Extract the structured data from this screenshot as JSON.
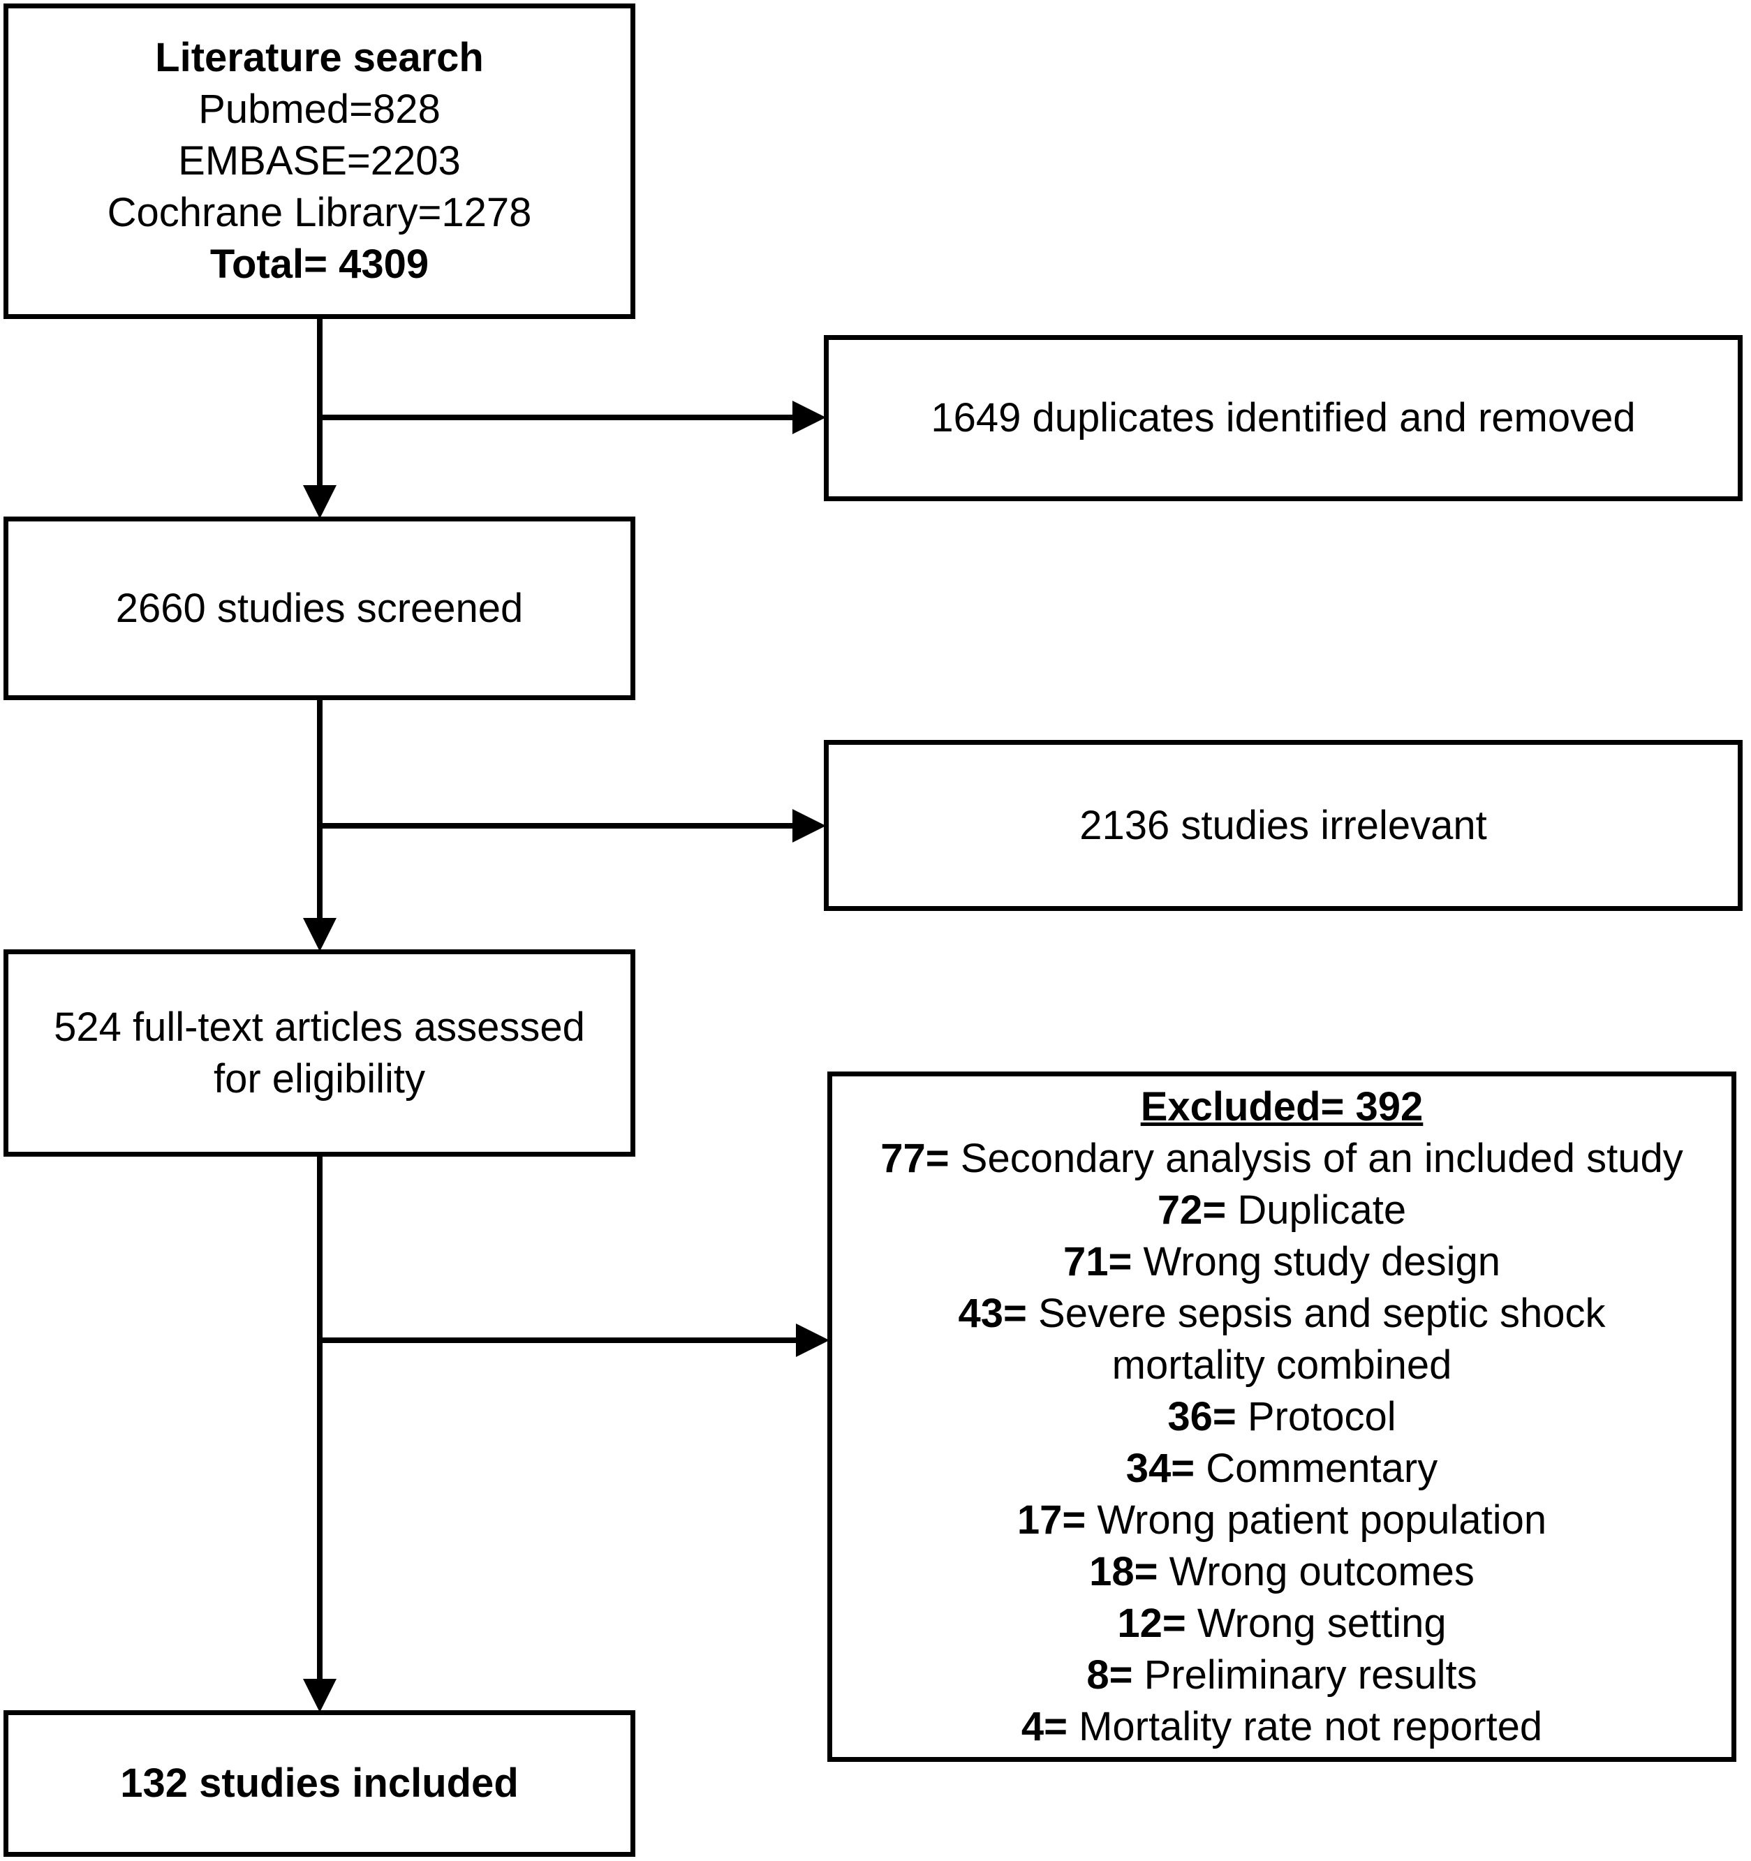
{
  "search": {
    "title": "Literature search",
    "lines": [
      "Pubmed=828",
      "EMBASE=2203",
      "Cochrane Library=1278"
    ],
    "total": "Total= 4309"
  },
  "duplicates": {
    "text": "1649 duplicates identified and removed"
  },
  "screened": {
    "text": "2660 studies screened"
  },
  "irrelevant": {
    "text": "2136 studies irrelevant"
  },
  "fulltext": {
    "line1": "524 full-text articles assessed",
    "line2": "for eligibility"
  },
  "excluded": {
    "title": "Excluded= 392",
    "reasons": [
      {
        "count": "77=",
        "label": " Secondary analysis of an included study"
      },
      {
        "count": "72=",
        "label": " Duplicate"
      },
      {
        "count": "71=",
        "label": " Wrong study design"
      },
      {
        "count": "43=",
        "label": " Severe sepsis and septic shock"
      },
      {
        "count": "",
        "label": "mortality combined"
      },
      {
        "count": "36=",
        "label": " Protocol"
      },
      {
        "count": "34=",
        "label": " Commentary"
      },
      {
        "count": "17=",
        "label": " Wrong patient population"
      },
      {
        "count": "18=",
        "label": " Wrong outcomes"
      },
      {
        "count": "12=",
        "label": " Wrong setting"
      },
      {
        "count": "8=",
        "label": " Preliminary results"
      },
      {
        "count": "4=",
        "label": " Mortality rate not reported"
      }
    ]
  },
  "included": {
    "text": "132 studies included"
  }
}
